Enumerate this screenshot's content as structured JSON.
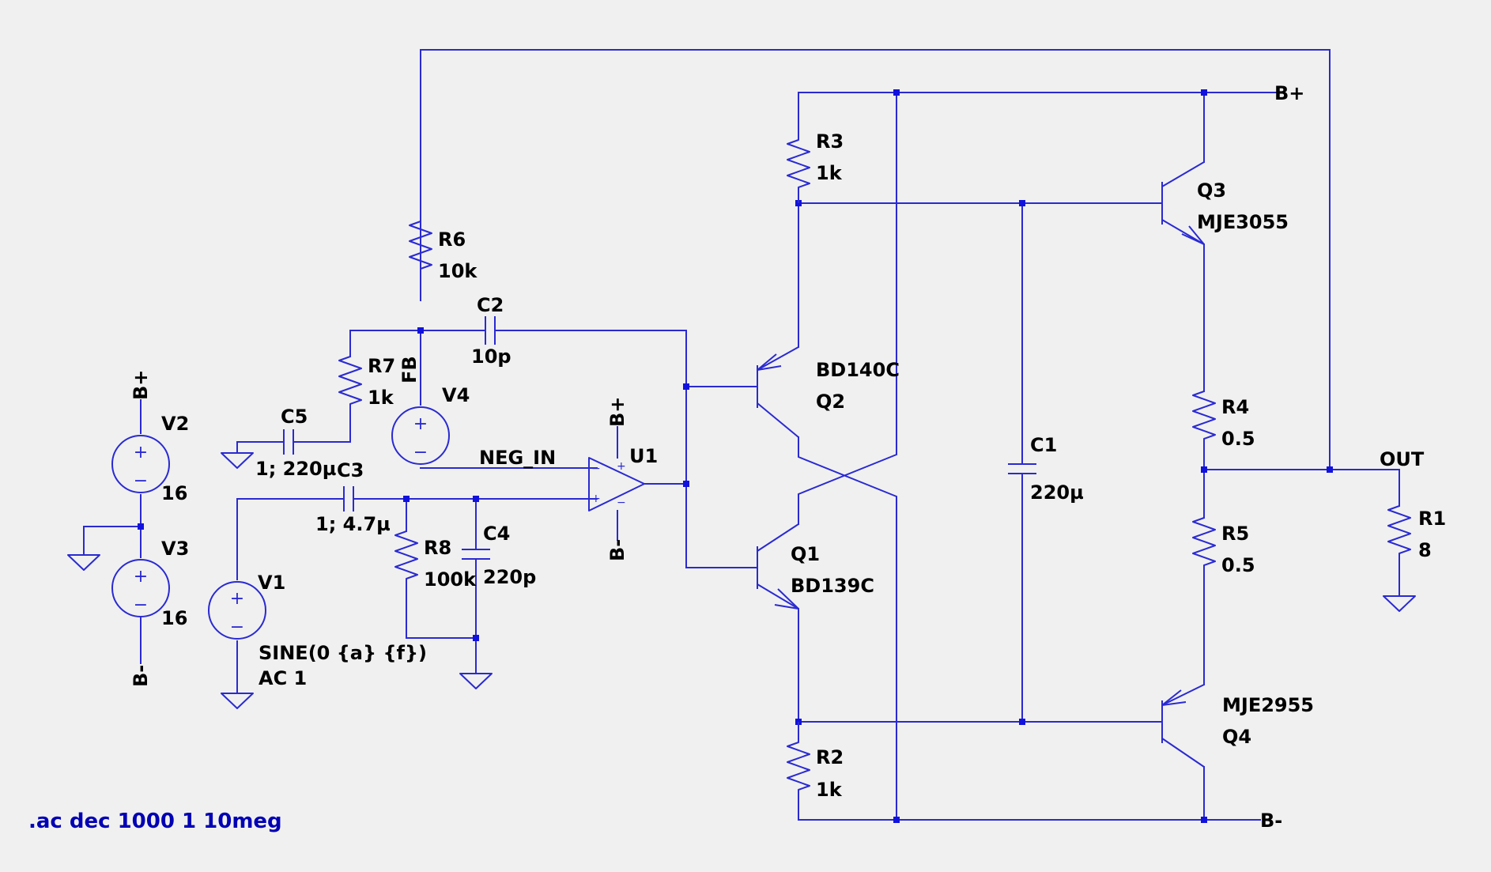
{
  "components": {
    "R1": {
      "name": "R1",
      "value": "8"
    },
    "R2": {
      "name": "R2",
      "value": "1k"
    },
    "R3": {
      "name": "R3",
      "value": "1k"
    },
    "R4": {
      "name": "R4",
      "value": "0.5"
    },
    "R5": {
      "name": "R5",
      "value": "0.5"
    },
    "R6": {
      "name": "R6",
      "value": "10k"
    },
    "R7": {
      "name": "R7",
      "value": "1k"
    },
    "R8": {
      "name": "R8",
      "value": "100k"
    },
    "C1": {
      "name": "C1",
      "value": "220µ"
    },
    "C2": {
      "name": "C2",
      "value": "10p"
    },
    "C3": {
      "name": "C3",
      "value": "1; 4.7µ"
    },
    "C4": {
      "name": "C4",
      "value": "220p"
    },
    "C5": {
      "name": "C5",
      "value": "1; 220µ"
    },
    "Q1": {
      "name": "Q1",
      "value": "BD139C"
    },
    "Q2": {
      "name": "Q2",
      "value": "BD140C"
    },
    "Q3": {
      "name": "Q3",
      "value": "MJE3055"
    },
    "Q4": {
      "name": "Q4",
      "value": "MJE2955"
    },
    "V1": {
      "name": "V1",
      "value": "SINE(0 {a} {f})",
      "value2": "AC 1"
    },
    "V2": {
      "name": "V2",
      "value": "16"
    },
    "V3": {
      "name": "V3",
      "value": "16"
    },
    "V4": {
      "name": "V4"
    },
    "U1": {
      "name": "U1"
    }
  },
  "net_labels": {
    "bplus_top": "B+",
    "bminus_bottom": "B-",
    "bplus_v2": "B+",
    "bminus_v3": "B-",
    "bplus_u1": "B+",
    "bminus_u1": "B-",
    "out": "OUT",
    "neg_in": "NEG_IN",
    "fb": "FB"
  },
  "directive": ".ac dec 1000 1 10meg",
  "symbols": {
    "plus": "+",
    "minus": "−"
  },
  "colors": {
    "background": "#f0f0f0",
    "wire": "#2a2ad2",
    "junction": "#1212dd",
    "text": "#000000",
    "directive": "#0000b4"
  }
}
